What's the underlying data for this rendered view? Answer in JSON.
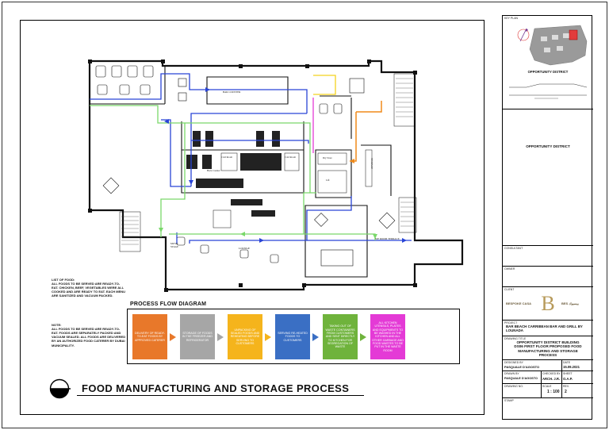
{
  "sheet": {
    "main_title": "FOOD MANUFACTURING AND STORAGE PROCESS"
  },
  "plan_labels": {
    "music_stage": "MUSIC STAGE",
    "lounge": "LOUNGE",
    "vip_terrace": "VIP ROOM TERRACE",
    "bar_counter": "BAR COUNTER",
    "cold_room_1": "Cold Room",
    "cold_room_2": "Cold Room",
    "back_counter": "Back Counter",
    "dry_store": "Dry Store",
    "lift": "Lift",
    "storage": "STORAGE"
  },
  "list_of_food": "LIST OF FOOD:\nALL FOODS TO BE SERVED ARE READY-TO-EAT. CHICKEN, BEEF, VEGETABLES WERE ALL COOKED AND ARE READY TO EAT. EACH MENU ARE SANITIZED AND VACUUM PACKED.",
  "note": "NOTE:\nALL FOODS TO BE SERVED ARE READY-TO-EAT. FOODS ARE SEPARATELY PACKED AND VACUUM SEALED. ALL FOODS ARE DELIVERED BY AN AUTHORIZED FOOD CATERER BY DUBAI MUNICIPALITY.",
  "process_flow": {
    "title": "PROCESS FLOW DIAGRAM",
    "steps": [
      {
        "text": "DELIVERY OF READY-TO-EAT FOODS BY APPROVED CATERER",
        "color": "#e8782a"
      },
      {
        "text": "STORAGE OF FOODS IN THE FREEZER AND REFRIGERATOR",
        "color": "#a6a6a6"
      },
      {
        "text": "UNPACKING OF SEALED FOODS AND REHEATING BEFORE SERVING TO CUSTOMERS",
        "color": "#f5b41c"
      },
      {
        "text": "SERVING RE-HEATED FOODS TO CUSTOMERS",
        "color": "#3a6fc4"
      },
      {
        "text": "TAKING OUT OF WASTE CONTAINERS FROM CUSTOMERS AND SENT DIRECTLY TO KITCHEN FOR SEGREGATION OF WASTE",
        "color": "#6fb33c"
      },
      {
        "text": "ALL KITCHEN UTENSILS, PLATES AND EQUIPMENTS TO BE WASHED IN THE KITCHEN AND ALL OTHER GARBAGE AND FOOD WASTES TO BE PUT IN THE WASTE ROOM",
        "color": "#e43ad6"
      }
    ]
  },
  "title_block": {
    "key_plan": "KEY PLAN",
    "district": "OPPORTUNITY DISTRICT",
    "district_big": "OPPORTUNITY DISTRICT",
    "consultant_label": "CONSULTANT",
    "owner_label": "OWNER",
    "client_label": "CLIENT",
    "logo_left": "BESPOKE CASA",
    "logo_right": "BES بيسبوك",
    "project_label": "PROJECT",
    "project_name": "BAR BEACH CARRIBEAN BAR AND GRILL BY LOUNADA",
    "drawing_label": "DRAWING TITLE",
    "drawing_title": "OPPORTUNITY DISTRICT BUILDING DS06 FIRST FLOOR PROPOSED FOOD MANUFACTURING AND STORAGE PROCESS",
    "drawn_by_label": "DESIGNED BY",
    "drawn_by": "PASQUALE D'AGOSTO",
    "date_label": "DATE",
    "date": "15.09.2021",
    "checked_label": "DRAWN BY",
    "checked_by": "PASQUALE D'AGOSTO",
    "approved_label": "CHECKED BY",
    "approved_by": "ARCH. J.R.",
    "sheet_label": "SHEET",
    "sheet_no": "O.A.P.",
    "drawing_no_label": "DRAWING NO.",
    "scale_label": "SCALE",
    "scale": "1 : 100",
    "rev_label": "REV.",
    "rev": "2",
    "stamp_label": "STAMP"
  }
}
